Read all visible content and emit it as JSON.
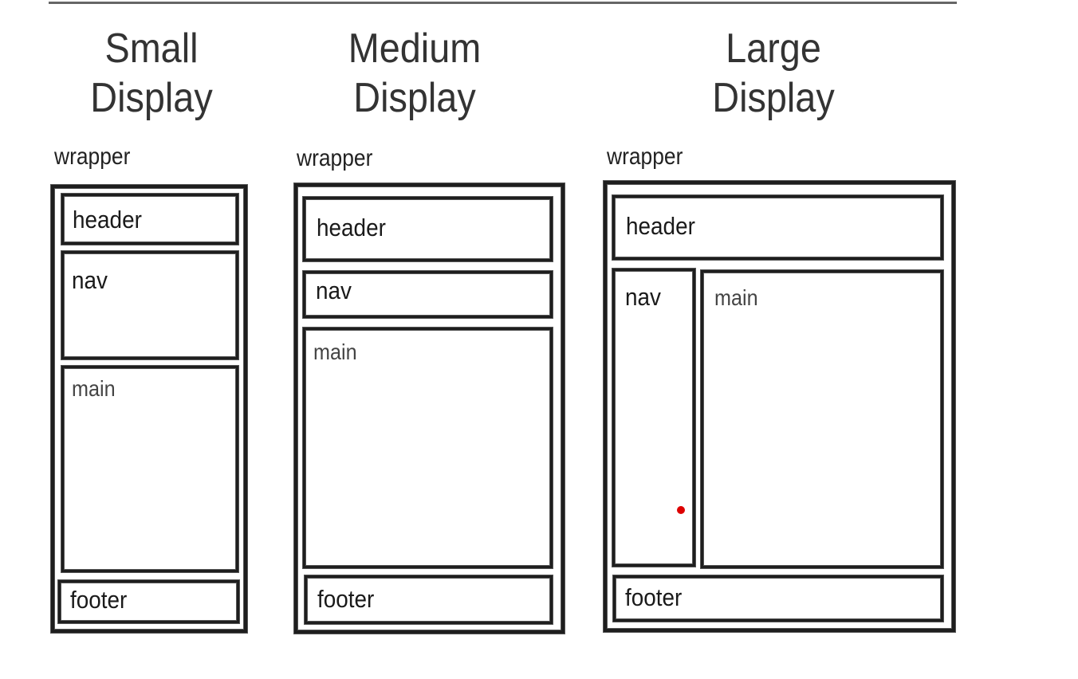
{
  "layouts": {
    "small": {
      "title_line1": "Small",
      "title_line2": "Display",
      "wrapper": "wrapper",
      "header": "header",
      "nav": "nav",
      "main": "main",
      "footer": "footer"
    },
    "medium": {
      "title_line1": "Medium",
      "title_line2": "Display",
      "wrapper": "wrapper",
      "header": "header",
      "nav": "nav",
      "main": "main",
      "footer": "footer"
    },
    "large": {
      "title_line1": "Large",
      "title_line2": "Display",
      "wrapper": "wrapper",
      "header": "header",
      "nav": "nav",
      "main": "main",
      "footer": "footer"
    }
  },
  "colors": {
    "box_border": "#1e1e1e",
    "title_text": "#333333",
    "top_rule": "#666666",
    "marker_dot": "#dd0000"
  }
}
